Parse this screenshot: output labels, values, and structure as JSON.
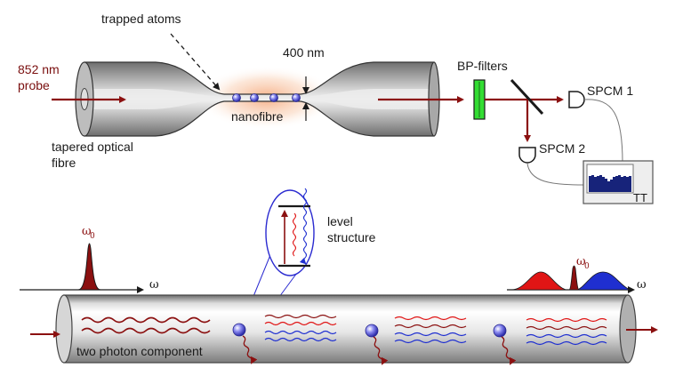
{
  "labels": {
    "probe_line1": "852 nm",
    "probe_line2": "probe",
    "trapped_atoms": "trapped atoms",
    "diameter": "400 nm",
    "nanofibre": "nanofibre",
    "tapered_line1": "tapered optical",
    "tapered_line2": "fibre",
    "bp_filters": "BP-filters",
    "spcm1": "SPCM 1",
    "spcm2": "SPCM 2",
    "tt": "TT",
    "level_line1": "level",
    "level_line2": "structure",
    "omega0_left": "ω",
    "omega0_left_sub": "0",
    "omega_axis_left": "ω",
    "omega0_right": "ω",
    "omega0_right_sub": "0",
    "omega_axis_right": "ω",
    "two_photon": "two photon component"
  },
  "colors": {
    "probe_red": "#8b1010",
    "blue": "#1f2fd0",
    "red": "#e01515",
    "filter_green": "#33dd33",
    "atom": "#5a5ae0",
    "fibre_gray": "#9a9a9a",
    "glow": "#f4a070"
  },
  "icons": {
    "spcm": "detector-d-shape-icon",
    "atom": "sphere-icon",
    "mirror": "beam-splitter-icon"
  }
}
